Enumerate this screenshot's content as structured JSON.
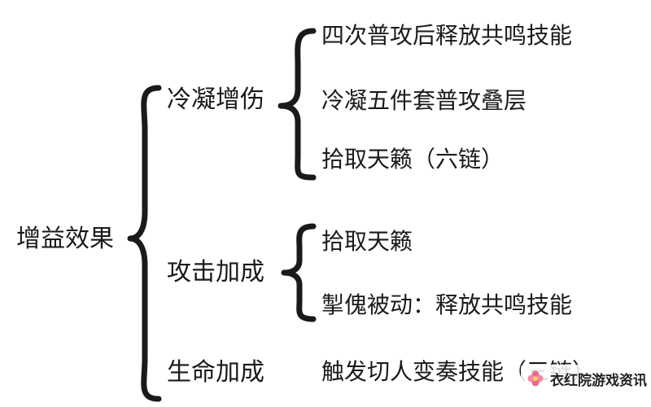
{
  "root": {
    "label": "增益效果"
  },
  "categories": [
    {
      "label": "冷凝增伤",
      "items": [
        "四次普攻后释放共鸣技能",
        "冷凝五件套普攻叠层",
        "拾取天籁（六链）"
      ]
    },
    {
      "label": "攻击加成",
      "items": [
        "拾取天籁",
        "掣傀被动：释放共鸣技能"
      ]
    },
    {
      "label": "生命加成",
      "items": [
        "触发切人变奏技能（三链）"
      ]
    }
  ],
  "watermark": {
    "text": "衣红院游戏资讯",
    "logo_icon": "flower-logo-icon"
  }
}
